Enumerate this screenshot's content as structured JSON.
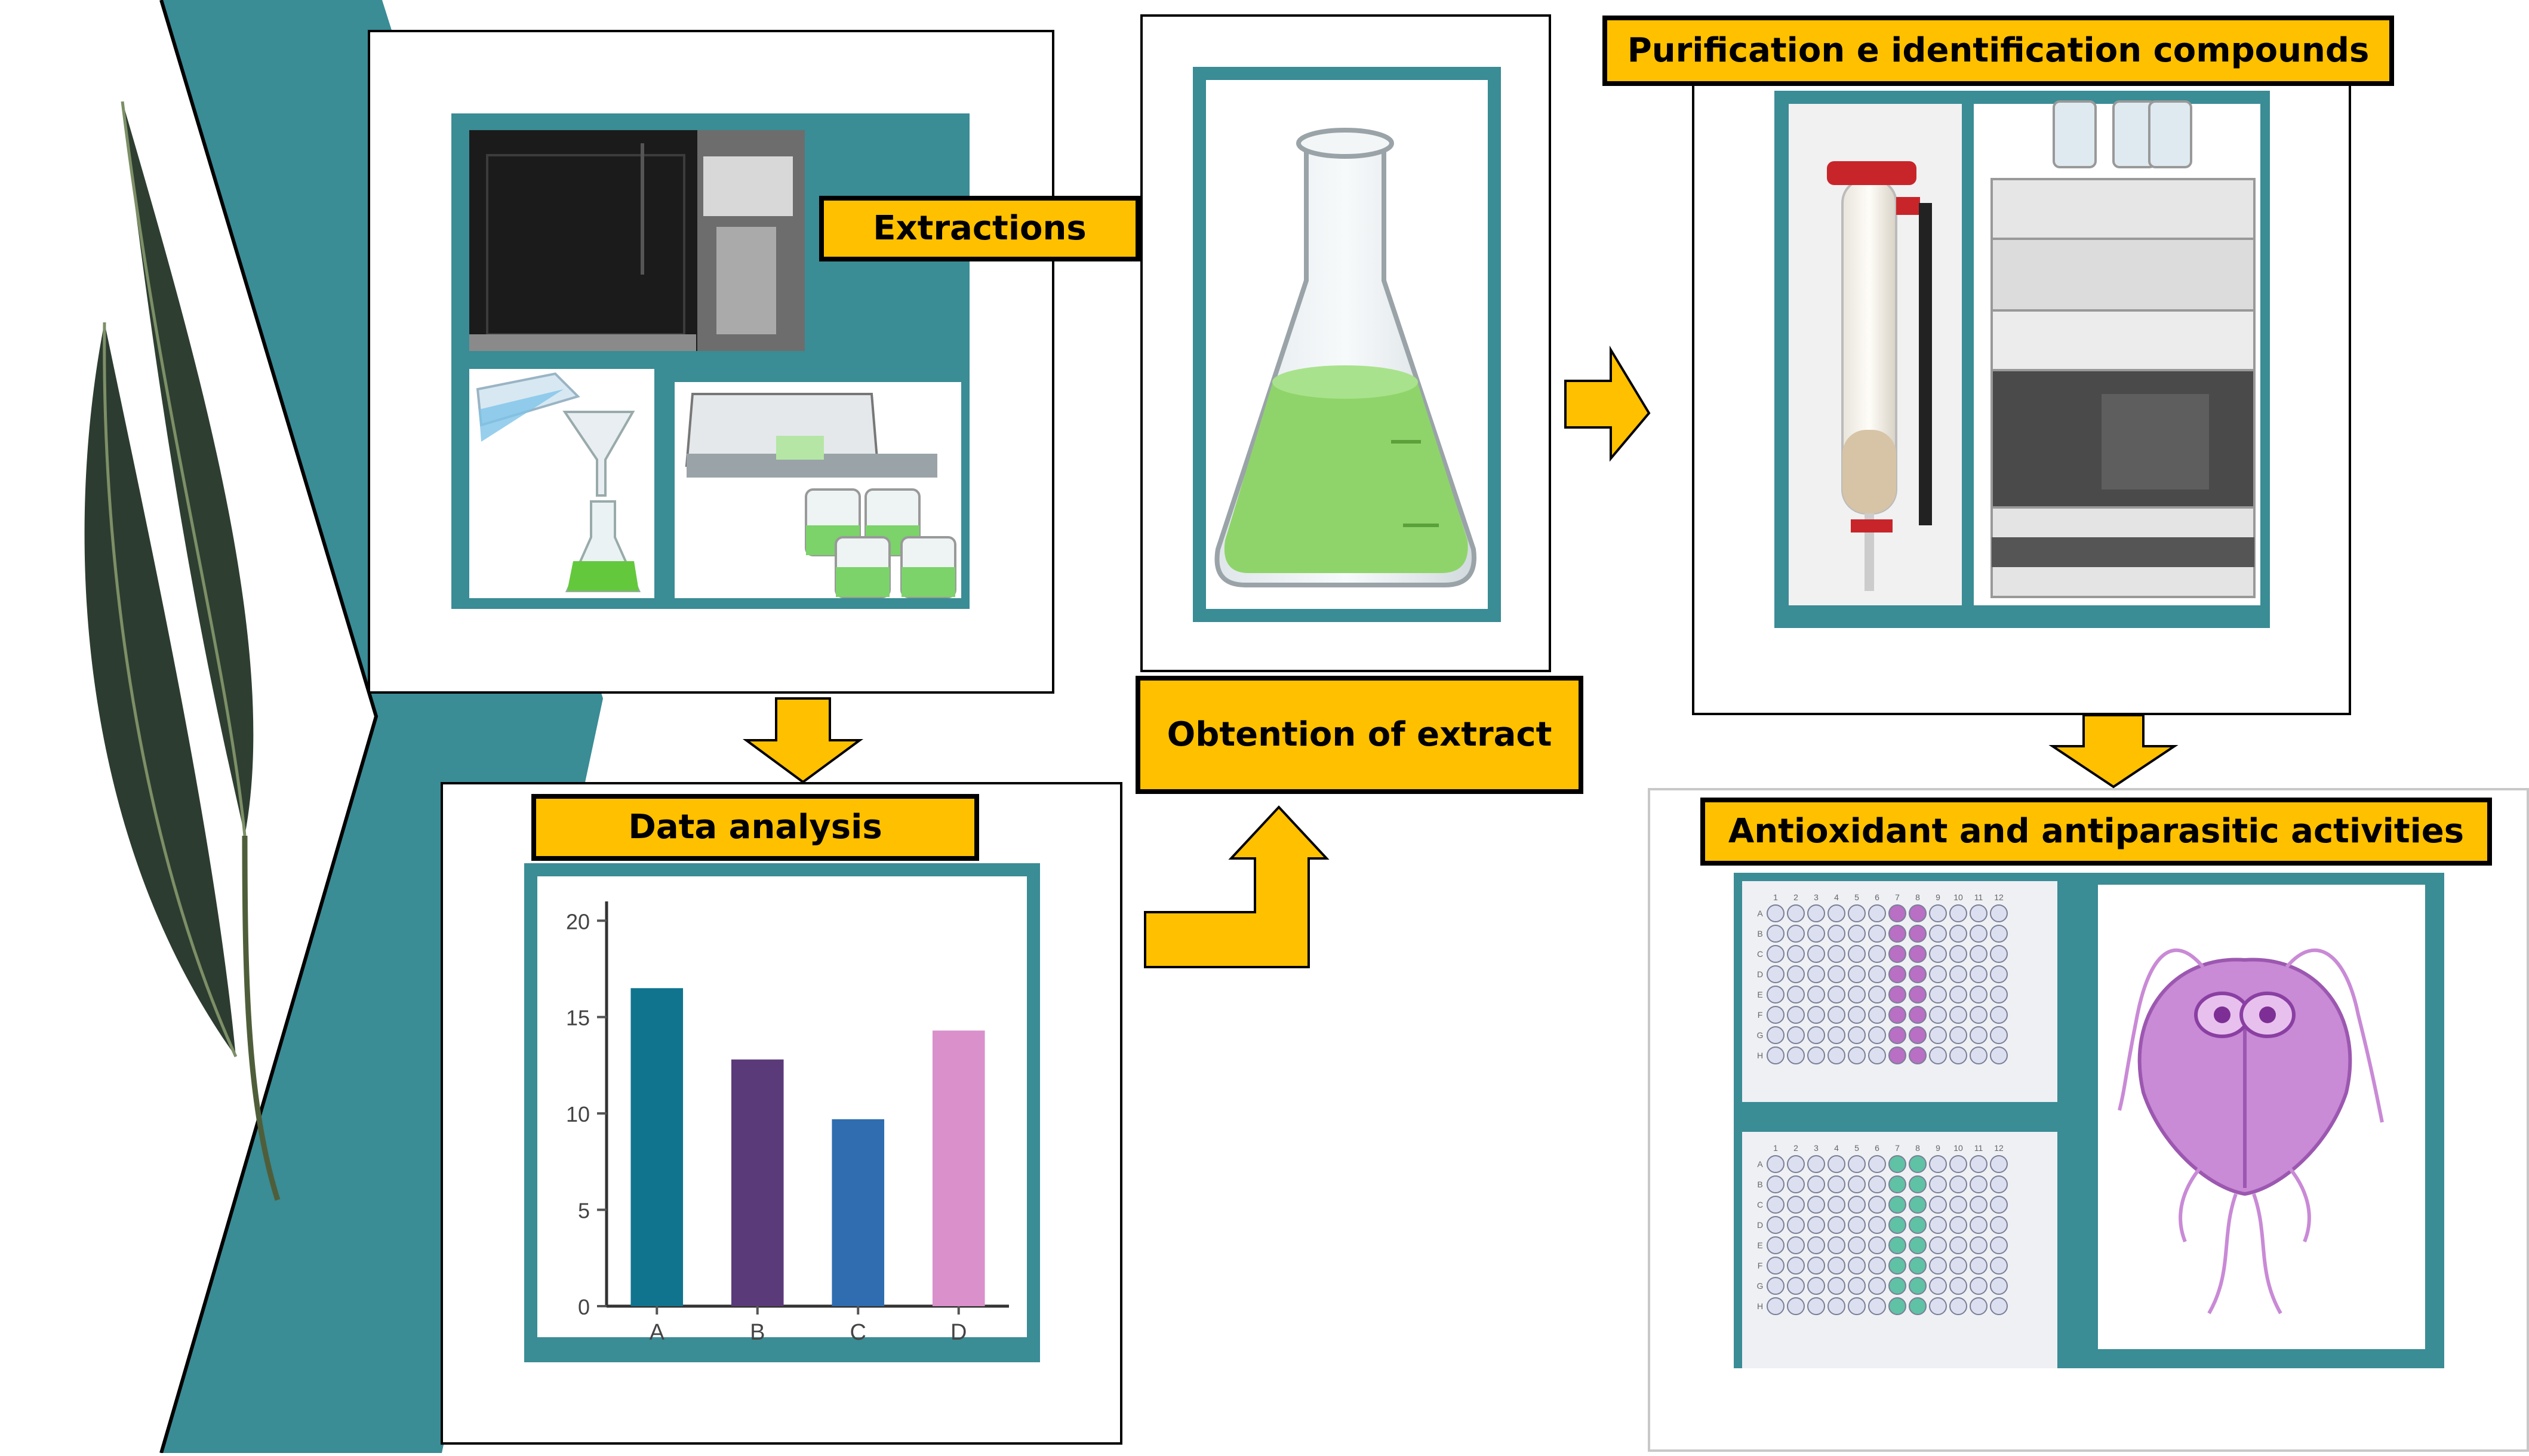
{
  "colors": {
    "teal": "#3a8c95",
    "arrow_fill": "#ffc000",
    "label_fill": "#ffc000",
    "flask_liquid": "#8fd46a",
    "bar_a": "#11748f",
    "bar_b": "#5b3a7a",
    "bar_c": "#2f6db0",
    "bar_d": "#d990cb",
    "well_purple": "#b86fc4",
    "well_green": "#5fc2a5",
    "parasite": "#c98ad6"
  },
  "labels": {
    "extractions": "Extractions",
    "obtention": "Obtention of extract",
    "purification": "Purification e identification compounds",
    "data_analysis": "Data analysis",
    "activities": "Antioxidant and antiparasitic activities"
  },
  "chart_data": {
    "type": "bar",
    "categories": [
      "A",
      "B",
      "C",
      "D"
    ],
    "values": [
      16.5,
      12.8,
      9.7,
      14.3
    ],
    "yticks": [
      0,
      5,
      10,
      15,
      20
    ],
    "ylim": [
      0,
      21
    ],
    "grid": false,
    "bar_colors": [
      "#11748f",
      "#5b3a7a",
      "#2f6db0",
      "#d990cb"
    ]
  },
  "plate_top": {
    "columns": [
      "1",
      "2",
      "3",
      "4",
      "5",
      "6",
      "7",
      "8",
      "9",
      "10",
      "11",
      "12"
    ],
    "rows": [
      "A",
      "B",
      "C",
      "D",
      "E",
      "F",
      "G",
      "H"
    ],
    "highlight_cols": [
      7,
      8
    ],
    "highlight_color": "#b86fc4"
  },
  "plate_bottom": {
    "columns": [
      "1",
      "2",
      "3",
      "4",
      "5",
      "6",
      "7",
      "8",
      "9",
      "10",
      "11",
      "12"
    ],
    "rows": [
      "A",
      "B",
      "C",
      "D",
      "E",
      "F",
      "G",
      "H"
    ],
    "highlight_cols": [
      7,
      8
    ],
    "highlight_color": "#5fc2a5"
  }
}
